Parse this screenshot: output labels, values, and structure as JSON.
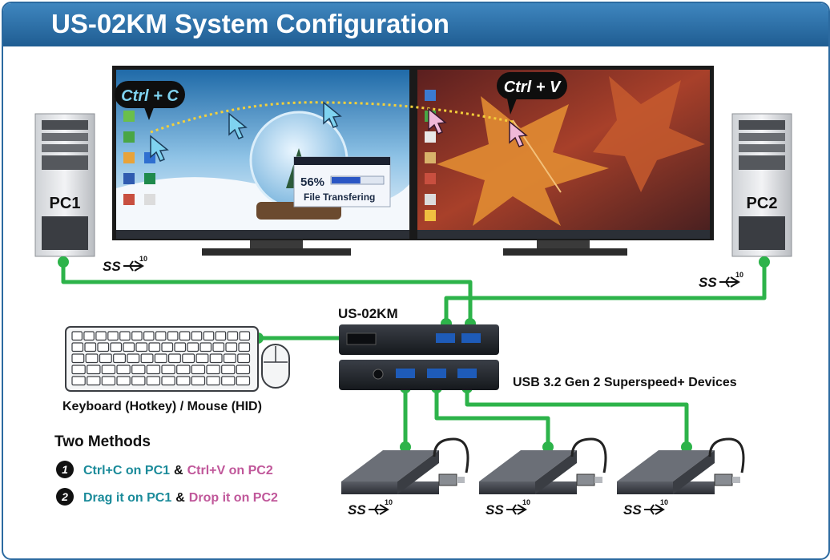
{
  "title": "US-02KM System Configuration",
  "colors": {
    "banner": "#2b6aa0",
    "cable": "#2db34a",
    "teal_text": "#1b8b9a",
    "pink_text": "#c0579a",
    "device_body": "#2a2d33"
  },
  "pcs": {
    "pc1": "PC1",
    "pc2": "PC2"
  },
  "callouts": {
    "copy": "Ctrl + C",
    "paste": "Ctrl + V"
  },
  "transfer": {
    "percent": "56%",
    "progress": 0.56,
    "label": "File Transfering"
  },
  "usb_logo": {
    "text": "SS",
    "superscript": "10",
    "icon": "usb-superspeed-icon"
  },
  "device_name": "US-02KM",
  "hid_label": "Keyboard (Hotkey) / Mouse (HID)",
  "usb_devices_label": "USB 3.2 Gen 2 Superspeed+ Devices",
  "methods": {
    "heading": "Two Methods",
    "items": [
      {
        "num": "1",
        "part_a": "Ctrl+C on PC1",
        "sep": "&",
        "part_b": "Ctrl+V on PC2"
      },
      {
        "num": "2",
        "part_a": "Drag it on PC1",
        "sep": "&",
        "part_b": "Drop it on PC2"
      }
    ]
  }
}
